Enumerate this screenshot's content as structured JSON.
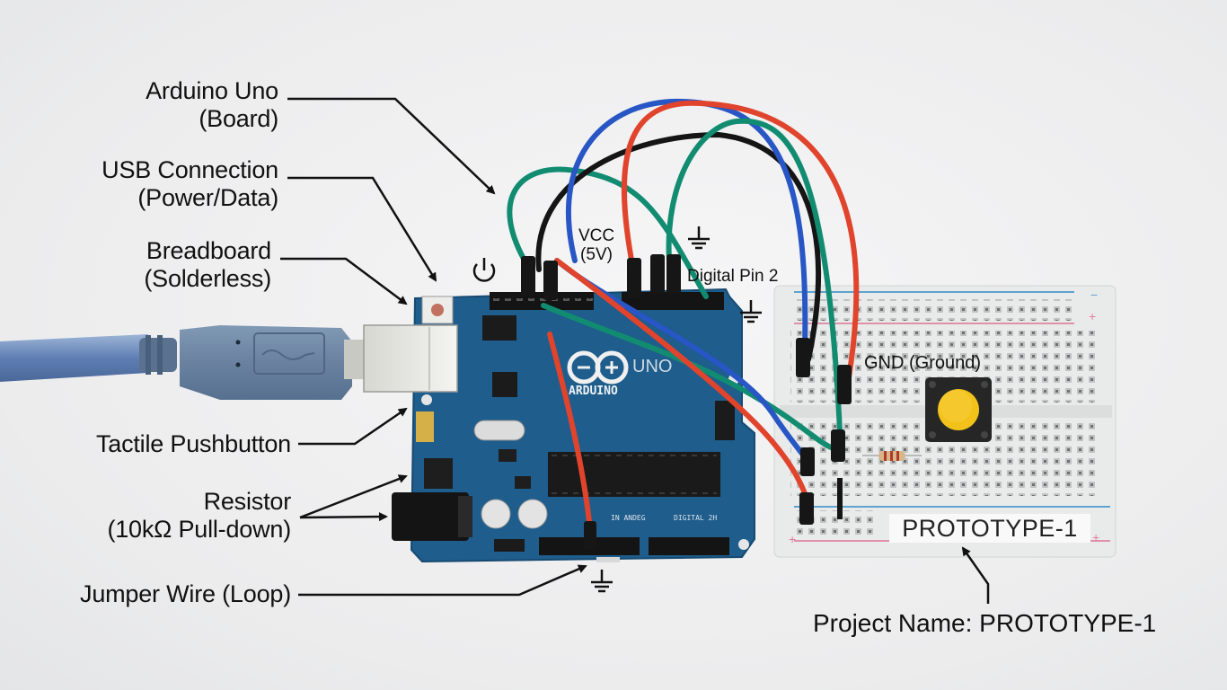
{
  "labels": {
    "arduino": {
      "title": "Arduino Uno",
      "sub": "(Board)"
    },
    "usb": {
      "title": "USB Connection",
      "sub": "(Power/Data)"
    },
    "breadboard": {
      "title": "Breadboard",
      "sub": "(Solderless)"
    },
    "pushbutton": {
      "title": "Tactile Pushbutton"
    },
    "resistor": {
      "title": "Resistor",
      "sub": "(10kΩ Pull-down)"
    },
    "jumper": {
      "title": "Jumper Wire (Loop)"
    }
  },
  "annotations": {
    "vcc": "VCC",
    "vcc_value": "(5V)",
    "digital_pin": "Digital Pin 2",
    "gnd": "GND (Ground)",
    "power_icon": "power-icon",
    "ground_icon": "ground-icon"
  },
  "board": {
    "brand": "ARDUINO",
    "model": "UNO",
    "analog_header": "IN ANDEG",
    "digital_header": "DIGITAL 2H"
  },
  "breadboard": {
    "project_label": "PROTOTYPE-1",
    "rail_plus": "+",
    "rail_minus": "−"
  },
  "footer": {
    "project_name": "Project Name: PROTOTYPE-1"
  },
  "colors": {
    "board_blue": "#1e5d8c",
    "wire_red": "#e0442c",
    "wire_blue": "#2856c4",
    "wire_green": "#128c70",
    "wire_black": "#151515",
    "button_yellow": "#f2c21b",
    "usb_gray": "#6f88a3"
  }
}
